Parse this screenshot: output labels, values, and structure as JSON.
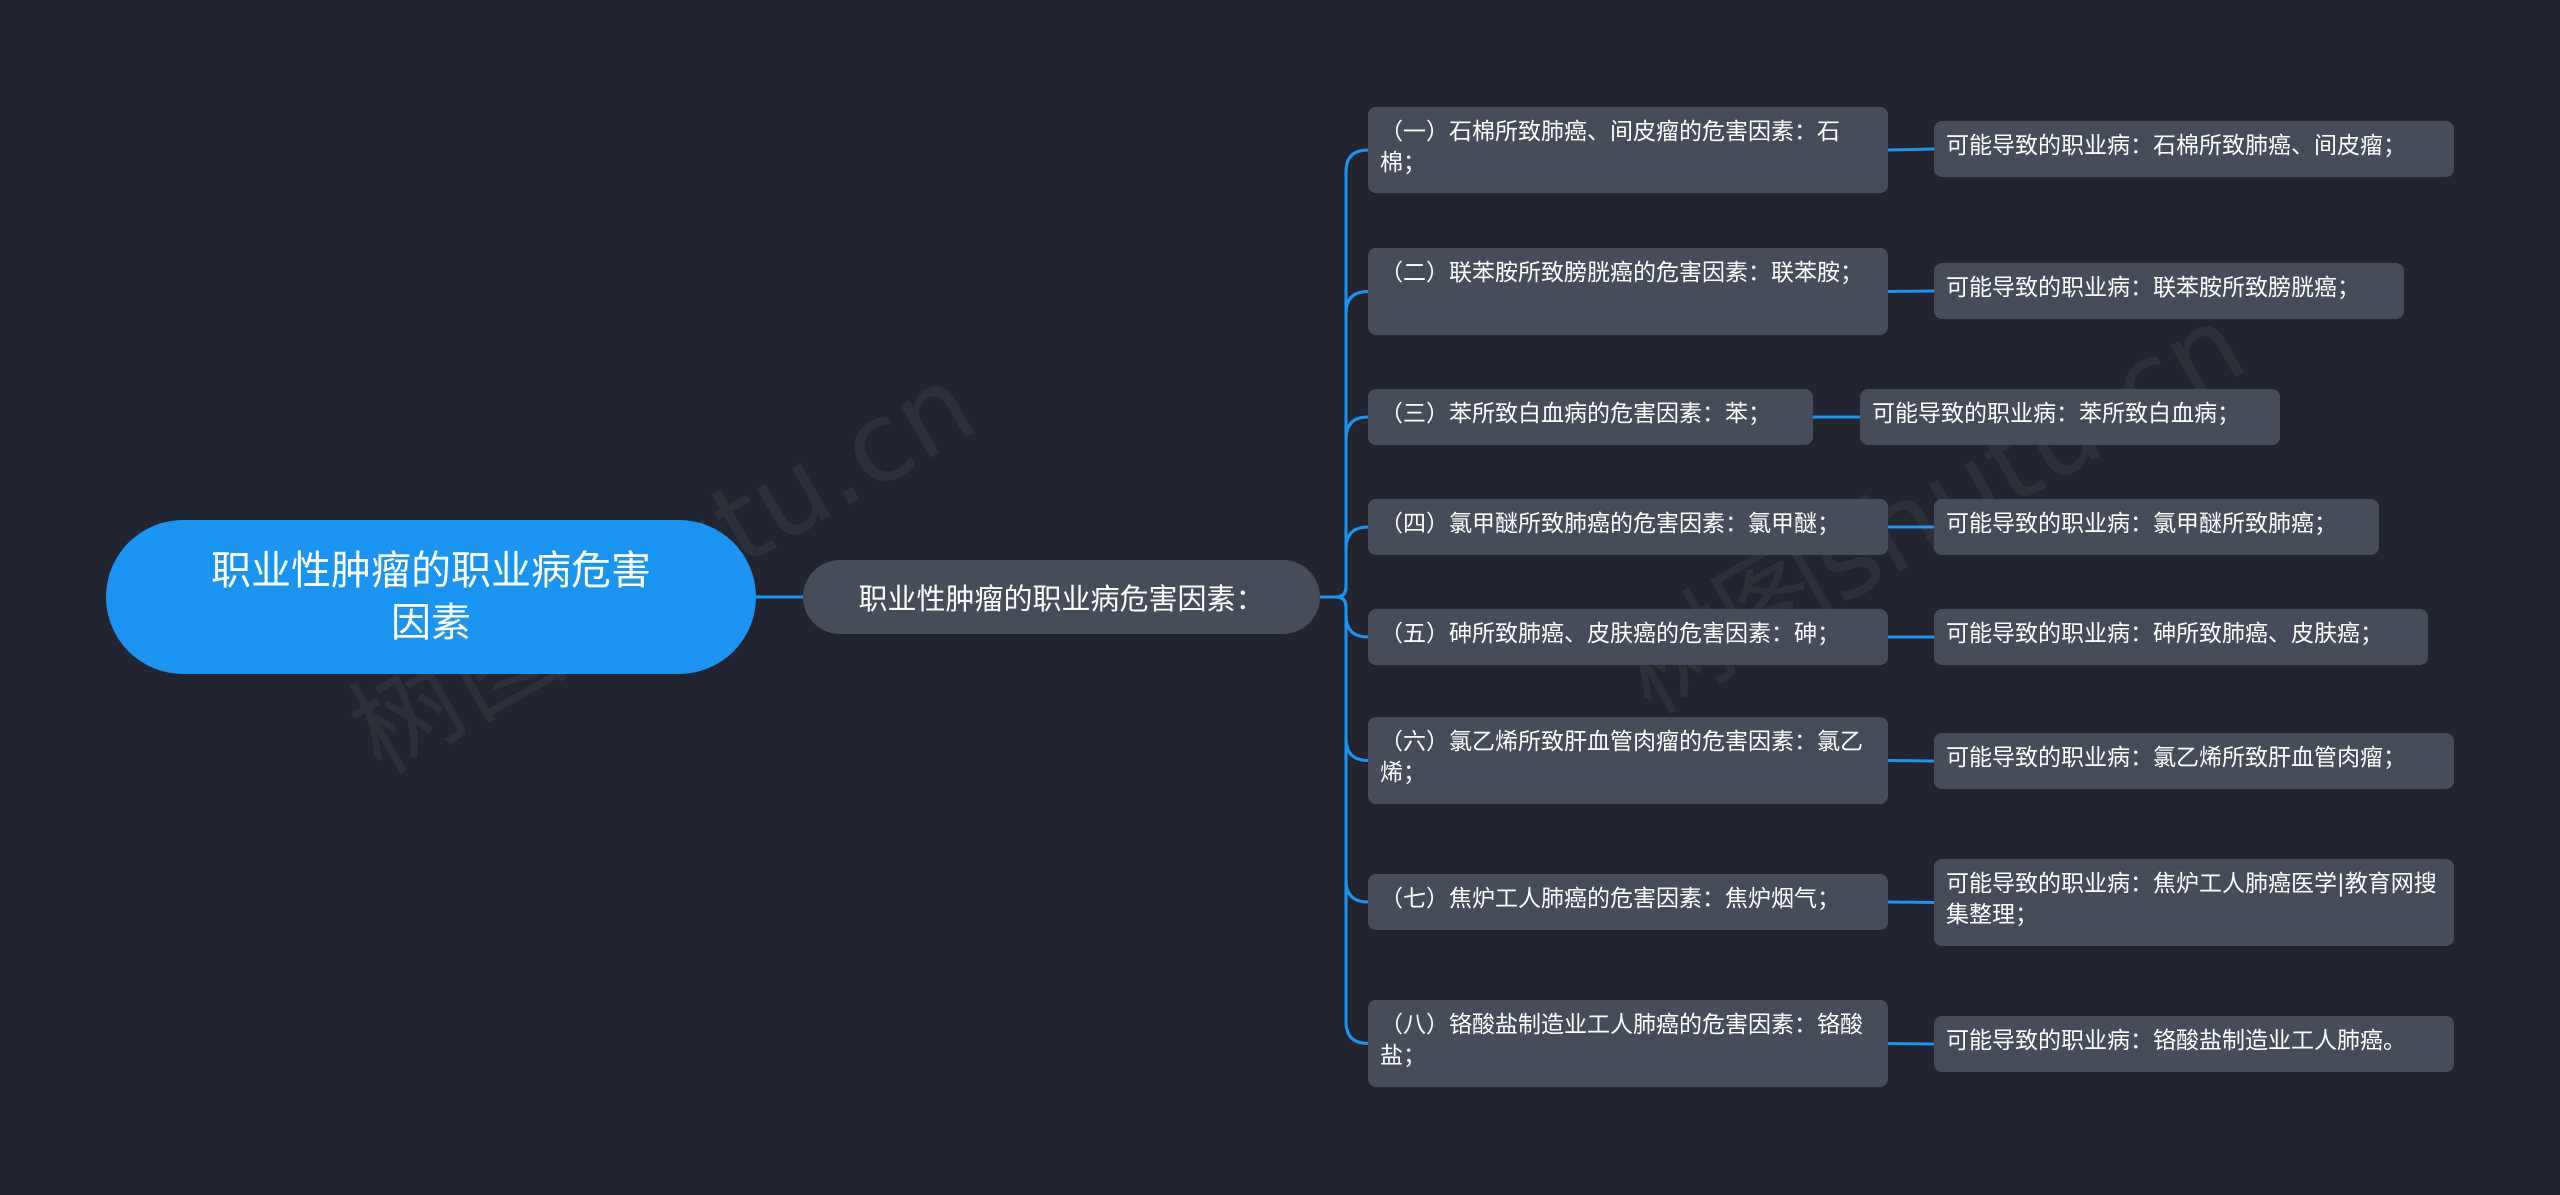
{
  "root": {
    "label": "职业性肿瘤的职业病危害因素"
  },
  "branch": {
    "label": "职业性肿瘤的职业病危害因素："
  },
  "items": [
    {
      "factor": "（一）石棉所致肺癌、间皮瘤的危害因素：石棉；",
      "disease": "可能导致的职业病：石棉所致肺癌、间皮瘤；"
    },
    {
      "factor": "（二）联苯胺所致膀胱癌的危害因素：联苯胺；",
      "disease": "可能导致的职业病：联苯胺所致膀胱癌；"
    },
    {
      "factor": "（三）苯所致白血病的危害因素：苯；",
      "disease": "可能导致的职业病：苯所致白血病；"
    },
    {
      "factor": "（四）氯甲醚所致肺癌的危害因素：氯甲醚；",
      "disease": "可能导致的职业病：氯甲醚所致肺癌；"
    },
    {
      "factor": "（五）砷所致肺癌、皮肤癌的危害因素：砷；",
      "disease": "可能导致的职业病：砷所致肺癌、皮肤癌；"
    },
    {
      "factor": "（六）氯乙烯所致肝血管肉瘤的危害因素：氯乙烯；",
      "disease": "可能导致的职业病：氯乙烯所致肝血管肉瘤；"
    },
    {
      "factor": "（七）焦炉工人肺癌的危害因素：焦炉烟气；",
      "disease": "可能导致的职业病：焦炉工人肺癌医学|教育网搜集整理；"
    },
    {
      "factor": "（八）铬酸盐制造业工人肺癌的危害因素：铬酸盐；",
      "disease": "可能导致的职业病：铬酸盐制造业工人肺癌。"
    }
  ],
  "watermark": "树图shutu.cn",
  "colors": {
    "background": "#22252f",
    "root": "#1a94f2",
    "node": "#474c5b",
    "connector": "#1a94f2",
    "text": "#ffffff"
  }
}
